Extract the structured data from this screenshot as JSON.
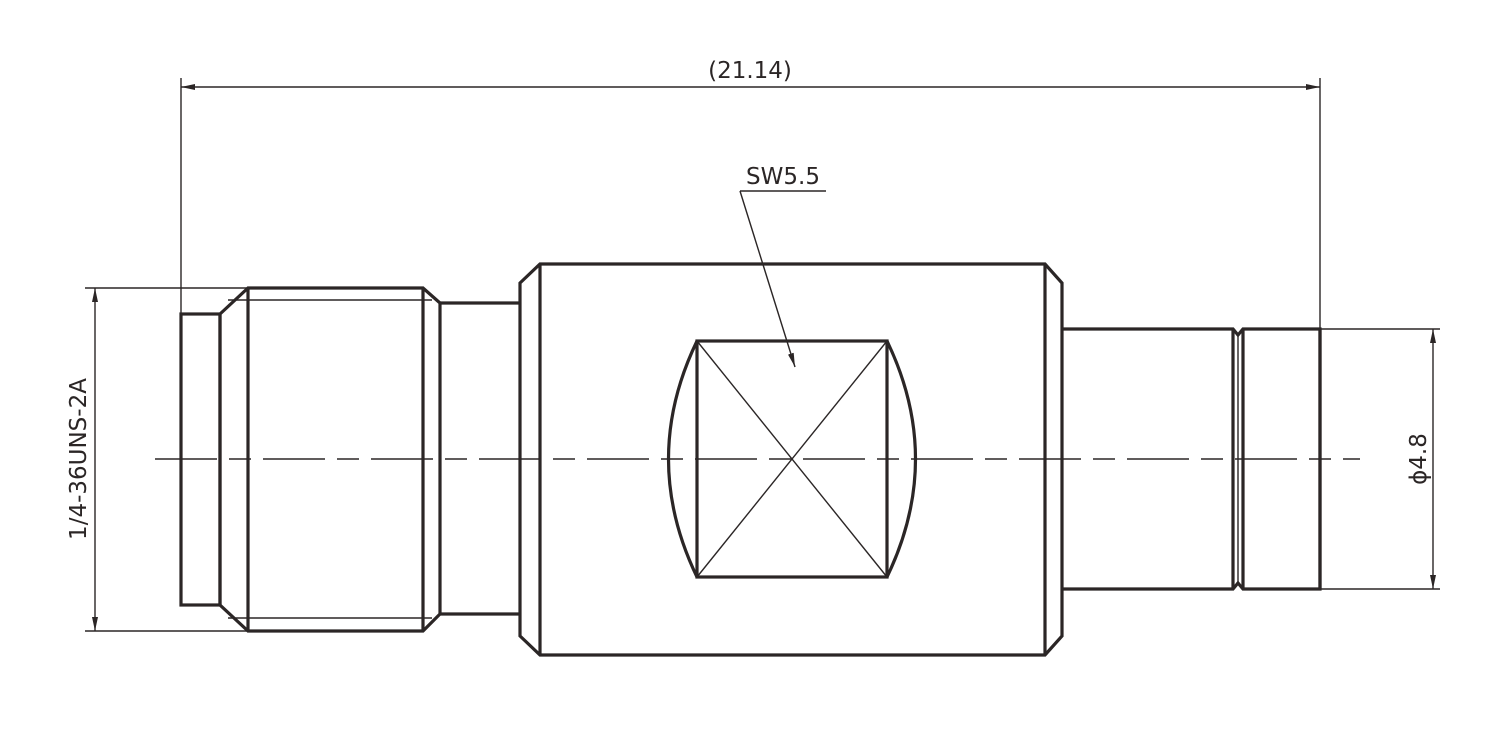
{
  "drawing": {
    "overall_length": "(21.14)",
    "wrench_size": "SW5.5",
    "thread_spec": "1/4-36UNS-2A",
    "tail_diameter": "ϕ4.8"
  },
  "colors": {
    "line": "#2b2626",
    "background": "#ffffff"
  }
}
